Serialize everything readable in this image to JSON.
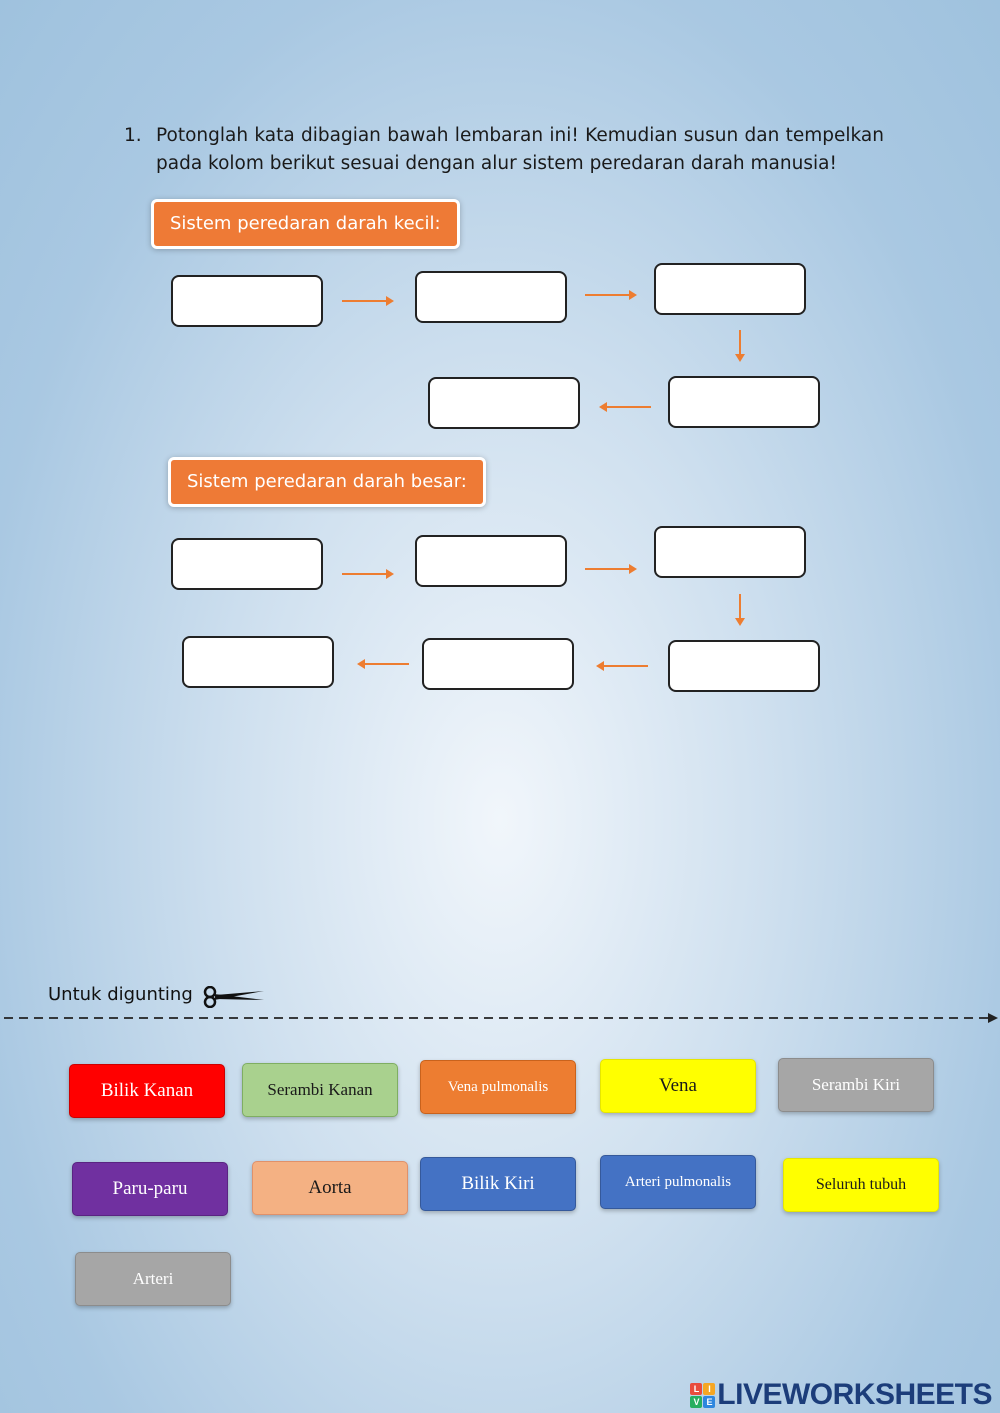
{
  "instruction": {
    "number": "1.",
    "text": "Potonglah kata dibagian bawah lembaran ini! Kemudian susun dan tempelkan pada kolom berikut sesuai dengan alur sistem peredaran darah manusia!"
  },
  "sections": {
    "small": {
      "label": "Sistem peredaran darah kecil:"
    },
    "large": {
      "label": "Sistem peredaran darah besar:"
    }
  },
  "cut": {
    "label": "Untuk digunting"
  },
  "chips": [
    {
      "label": "Bilik Kanan",
      "bg": "#ff0000",
      "color": "#ffffff",
      "border": "#cc0000"
    },
    {
      "label": "Serambi Kanan",
      "bg": "#a9d18e",
      "color": "#1a1a1a",
      "border": "#7fae62"
    },
    {
      "label": "Vena pulmonalis",
      "bg": "#ed7d31",
      "color": "#ffffff",
      "border": "#c9621c"
    },
    {
      "label": "Vena",
      "bg": "#ffff00",
      "color": "#1a1a1a",
      "border": "#e6e600"
    },
    {
      "label": "Serambi Kiri",
      "bg": "#a6a6a6",
      "color": "#ffffff",
      "border": "#8c8c8c"
    },
    {
      "label": "Paru-paru",
      "bg": "#7030a0",
      "color": "#ffffff",
      "border": "#5a2482"
    },
    {
      "label": "Aorta",
      "bg": "#f4b183",
      "color": "#1a1a1a",
      "border": "#e0916a"
    },
    {
      "label": "Bilik Kiri",
      "bg": "#4472c4",
      "color": "#ffffff",
      "border": "#35599b"
    },
    {
      "label": "Arteri pulmonalis",
      "bg": "#4472c4",
      "color": "#ffffff",
      "border": "#35599b"
    },
    {
      "label": "Seluruh tubuh",
      "bg": "#ffff00",
      "color": "#1a1a1a",
      "border": "#e6e600"
    },
    {
      "label": "Arteri",
      "bg": "#a6a6a6",
      "color": "#ffffff",
      "border": "#8c8c8c"
    }
  ],
  "branding": {
    "logo_text": "LIVEWORKSHEETS",
    "logo_letters": [
      "L",
      "I",
      "V",
      "E"
    ]
  },
  "colors": {
    "arrow": "#ed7d31",
    "label_bg": "#ee7a36"
  }
}
